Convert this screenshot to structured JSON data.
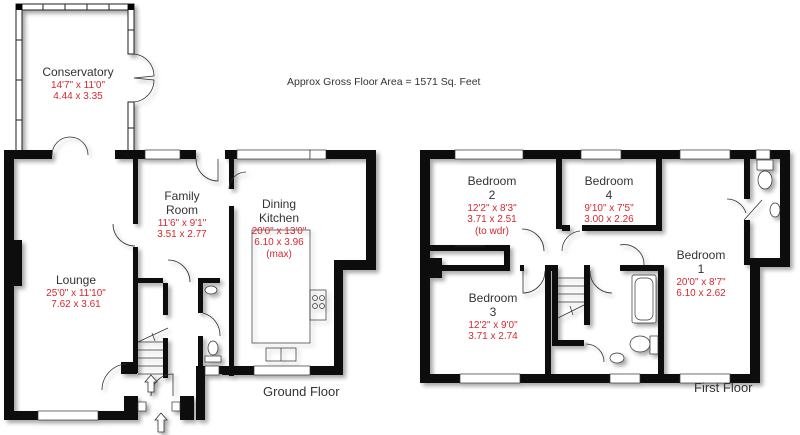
{
  "header": {
    "area_note": "Approx Gross Floor Area  =  1571  Sq. Feet"
  },
  "colors": {
    "wall": "#0a0a0a",
    "room_name": "#333333",
    "dimension": "#d6282f",
    "background": "#ffffff"
  },
  "ground_floor": {
    "title": "Ground Floor",
    "rooms": [
      {
        "name": "Conservatory",
        "imperial": "14'7\" x 11'0\"",
        "metric": "4.44  x  3.35"
      },
      {
        "name": "Family",
        "name2": "Room",
        "imperial": "11'6\" x  9'1\"",
        "metric": "3.51  x  2.77"
      },
      {
        "name": "Dining",
        "name2": "Kitchen",
        "imperial": "20'0\" x 13'0\"",
        "metric": "6.10  x  3.96",
        "note": "(max)"
      },
      {
        "name": "Lounge",
        "imperial": "25'0\"  x 11'10\"",
        "metric": "7.62  x  3.61"
      }
    ]
  },
  "first_floor": {
    "title": "First Floor",
    "rooms": [
      {
        "name": "Bedroom",
        "name2": "2",
        "imperial": "12'2\"  x  8'3\"",
        "metric": "3.71  x  2.51",
        "note": "(to wdr)"
      },
      {
        "name": "Bedroom",
        "name2": "4",
        "imperial": "9'10\"  x  7'5\"",
        "metric": "3.00  x  2.26"
      },
      {
        "name": "Bedroom",
        "name2": "1",
        "imperial": "20'0\"  x  8'7\"",
        "metric": "6.10  x  2.62"
      },
      {
        "name": "Bedroom",
        "name2": "3",
        "imperial": "12'2\"  x  9'0\"",
        "metric": "3.71  x  2.74"
      }
    ]
  }
}
